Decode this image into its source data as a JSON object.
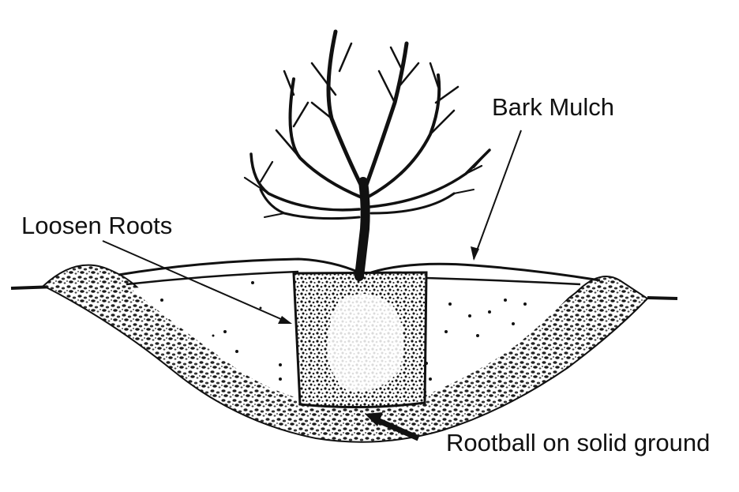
{
  "labels": {
    "bark_mulch": "Bark Mulch",
    "loosen_roots": "Loosen Roots",
    "rootball": "Rootball on solid ground"
  },
  "colors": {
    "ink": "#111111",
    "background": "#ffffff",
    "soil_fill": "#f4f4f4"
  }
}
